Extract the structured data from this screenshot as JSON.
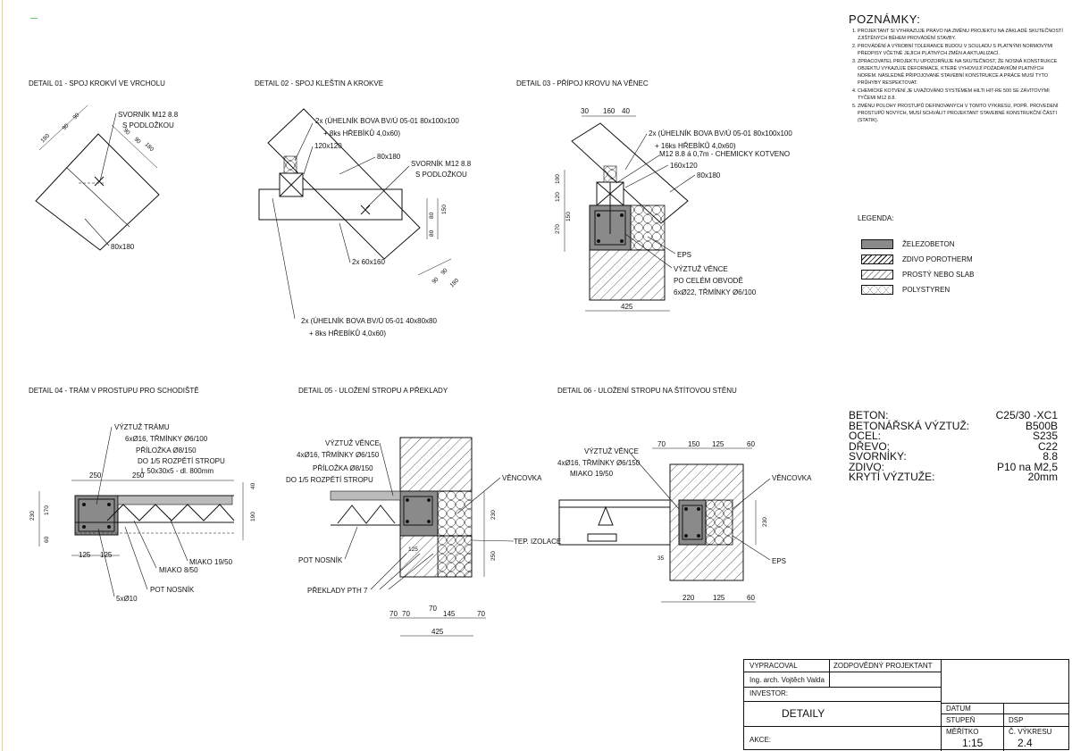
{
  "details": {
    "d01": {
      "title": "DETAIL 01 - SPOJ KROKVÍ VE VRCHOLU",
      "bolt1": "SVORNÍK M12 8.8",
      "bolt2": "S PODLOŽKOU",
      "rafter": "80x180",
      "dims": [
        "180",
        "90",
        "90",
        "90",
        "90",
        "180"
      ]
    },
    "d02": {
      "title": "DETAIL 02 - SPOJ KLEŠTIN A KROKVE",
      "angle1": "2x (ÚHELNÍK BOVA BV/Ú 05-01 80x100x100",
      "nails1": "+ 8ks HŘEBÍKŮ 4,0x60)",
      "beam": "120x120",
      "rafter": "80x180",
      "bolt1": "SVORNÍK M12 8.8",
      "bolt2": "S PODLOŽKOU",
      "tie": "2x 60x160",
      "angle2": "2x (ÚHELNÍK BOVA BV/Ú 05-01 40x80x80",
      "nails2": "+ 8ks HŘEBÍKŮ 4,0x60)",
      "dims": [
        "80",
        "80",
        "150",
        "90",
        "90",
        "180"
      ]
    },
    "d03": {
      "title": "DETAIL 03 - PŘÍPOJ KROVU NA VĚNEC",
      "top": [
        "30",
        "160",
        "40"
      ],
      "angle": "2x (ÚHELNÍK BOVA BV/Ú 05-01 80x100x100",
      "nails": "+ 16ks HŘEBÍKŮ 4,0x60)",
      "anchor": "M12 8.8 á 0,7m - CHEMICKY KOTVENO",
      "plate": "160x120",
      "rafter": "80x180",
      "eps": "EPS",
      "r1": "VÝZTUŽ VĚNCE",
      "r2": "PO CELÉM OBVODĚ",
      "r3": "6xØ22, TŘMÍNKY Ø6/100",
      "left": [
        "100",
        "120",
        "150",
        "270"
      ],
      "bottom": "425"
    },
    "d04": {
      "title": "DETAIL 04 - TRÁM V PROSTUPU PRO SCHODIŠTĚ",
      "a1": "VÝZTUŽ TRÁMU",
      "a2": "6xØ16, TŘMÍNKY Ø6/100",
      "a3": "PŘÍLOŽKA Ø8/150",
      "a4": "DO 1/5 ROZPĚTÍ STROPU",
      "a5": "L 50x30x5 - dl. 800mm",
      "top": [
        "250",
        "250"
      ],
      "left": [
        "230",
        "170",
        "60"
      ],
      "right": [
        "40",
        "190"
      ],
      "bottom": [
        "125",
        "125"
      ],
      "b1": "MIAKO 19/50",
      "b2": "MIAKO 8/50",
      "b3": "POT NOSNÍK",
      "b4": "5xØ10"
    },
    "d05": {
      "title": "DETAIL 05 - ULOŽENÍ STROPU A PŘEKLADY",
      "a1": "VÝZTUŽ VĚNCE",
      "a2": "4xØ16, TŘMÍNKY Ø6/150",
      "a3": "PŘÍLOŽKA Ø8/150",
      "a4": "DO 1/5 ROZPĚTÍ STROPU",
      "venc": "VĚNCOVKA",
      "izol": "TEP. IZOLACE",
      "pot": "POT NOSNÍK",
      "prek": "PŘEKLADY PTH 7",
      "d125": "125",
      "right": [
        "230",
        "250"
      ],
      "bottom": [
        "70",
        "70",
        "70",
        "145",
        "70"
      ],
      "total": "425"
    },
    "d06": {
      "title": "DETAIL 06 - ULOŽENÍ STROPU NA ŠTÍTOVOU STĚNU",
      "a1": "VÝZTUŽ VĚNCE",
      "a2": "4xØ16, TŘMÍNKY Ø6/150",
      "a3": "MIAKO 19/50",
      "top": [
        "70",
        "150",
        "125",
        "60"
      ],
      "venc": "VĚNCOVKA",
      "eps": "EPS",
      "d35": "35",
      "right": "230",
      "bottom": [
        "220",
        "125",
        "60"
      ]
    }
  },
  "notes": {
    "heading": "POZNÁMKY:",
    "items": [
      "PROJEKTANT SI VYHRAZUJE PRÁVO NA ZMĚNU PROJEKTU NA ZÁKLADĚ SKUTEČNOSTÍ ZJIŠTĚNÝCH BĚHEM PROVÁDĚNÍ STAVBY.",
      "PROVÁDĚNÍ A VÝROBNÍ TOLERANCE BUDOU V SOULADU S PLATNÝMI NORMOVÝMI PŘEDPISY VČETNĚ JEJICH PLATNÝCH ZMĚN A AKTUALIZACÍ.",
      "ZPRACOVATEL PROJEKTU UPOZORŇUJE NA SKUTEČNOST, ŽE NOSNÁ KONSTRUKCE OBJEKTU VYKAZUJE DEFORMACE, KTERÉ VYHOVUJÍ POŽADAVKŮM PLATNÝCH NOREM. NÁSLEDNĚ PŘIPOJOVANÉ STAVEBNÍ KONSTRUKCE A PRÁCE MUSÍ TYTO PRŮHYBY RESPEKTOVAT.",
      "CHEMICKÉ KOTVENÍ JE UVAŽOVÁNO SYSTÉMEM HILTI HIT-RE 500 SE ZÁVITOVÝMI TYČEMI M12 8.8.",
      "ZMĚNU POLOHY PROSTUPŮ DEFINOVANÝCH V TOMTO VÝKRESU, POPŘ. PROVEDENÍ PROSTUPŮ NOVÝCH, MUSÍ SCHVÁLIT PROJEKTANT STAVEBNÉ KONSTRUKČNÍ ČÁSTI (STATIK)."
    ]
  },
  "legend": {
    "heading": "LEGENDA:",
    "items": [
      {
        "label": "ŽELEZOBETON",
        "pattern": "solid-gray",
        "color": "#8a8a8a"
      },
      {
        "label": "ZDIVO POROTHERM",
        "pattern": "hatch"
      },
      {
        "label": "PROSTÝ NEBO SLAB",
        "pattern": "light-hatch"
      },
      {
        "label": "POLYSTYREN",
        "pattern": "circles"
      }
    ]
  },
  "materials": [
    {
      "key": "BETON:",
      "value": "C25/30 -XC1"
    },
    {
      "key": "BETONÁŘSKÁ VÝZTUŽ:",
      "value": "B500B"
    },
    {
      "key": "OCEL:",
      "value": "S235"
    },
    {
      "key": "DŘEVO:",
      "value": "C22"
    },
    {
      "key": "SVORNÍKY:",
      "value": "8.8"
    },
    {
      "key": "ZDIVO:",
      "value": "P10 na M2,5"
    },
    {
      "key": "KRYTÍ VÝZTUŽE:",
      "value": "20mm"
    }
  ],
  "titleblock": {
    "vypracoval": "VYPRACOVAL",
    "zodpovedny": "ZODPOVĚDNÝ PROJEKTANT",
    "author": "Ing. arch. Vojtěch Valda",
    "investor": "INVESTOR:",
    "sheet_name": "DETAILY",
    "akce": "AKCE:",
    "datum": "DATUM",
    "stupen": "STUPEŇ",
    "stupen_val": "DSP",
    "meritko": "MĚŘÍTKO",
    "meritko_val": "1:15",
    "cislo": "Č. VÝKRESU",
    "cislo_val": "2.4"
  }
}
